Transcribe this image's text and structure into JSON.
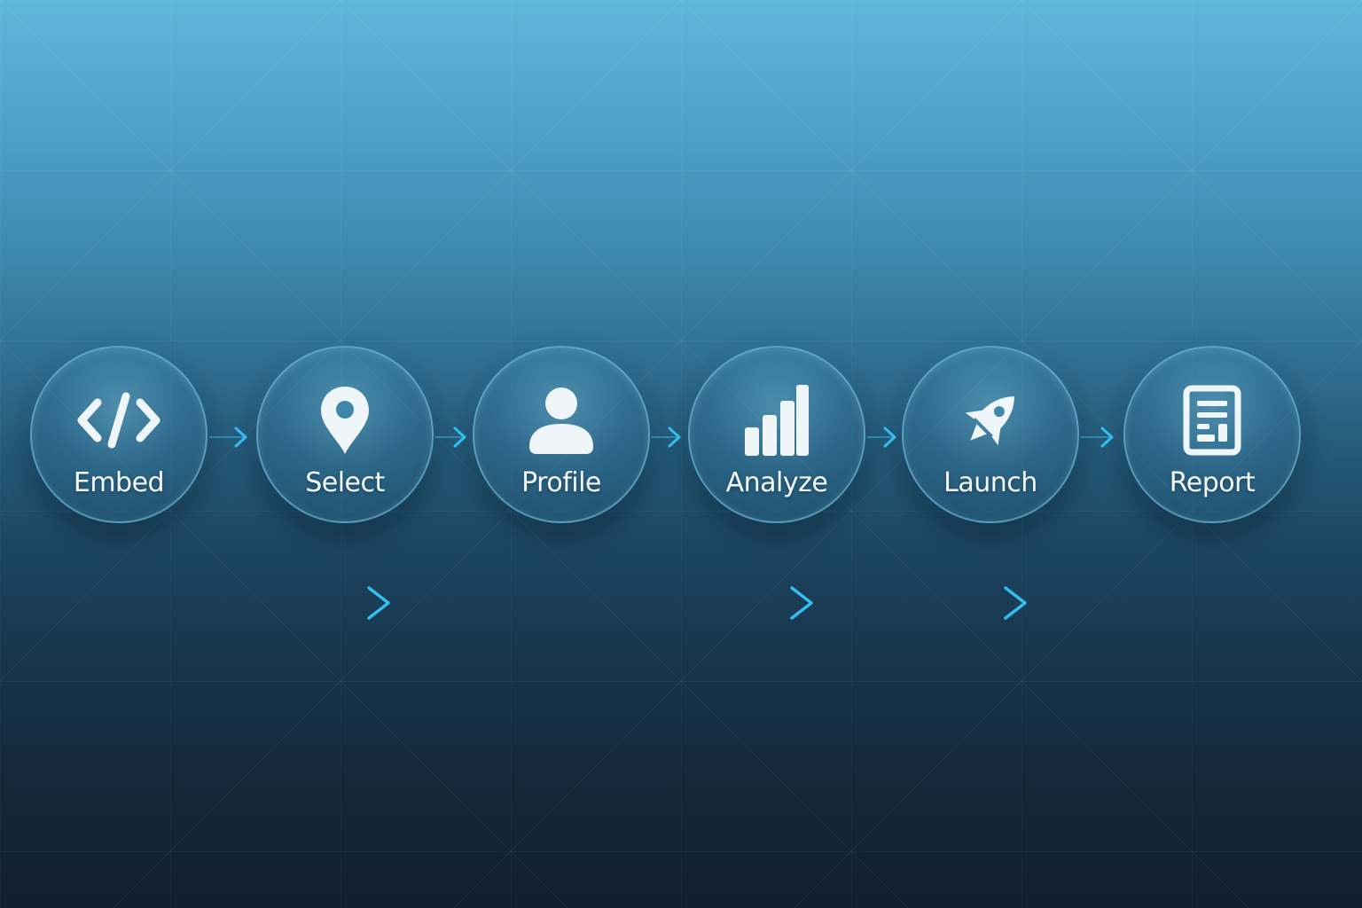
{
  "steps": [
    {
      "label": "Embed",
      "icon": "code-icon"
    },
    {
      "label": "Select",
      "icon": "map-pin-icon"
    },
    {
      "label": "Profile",
      "icon": "user-icon"
    },
    {
      "label": "Analyze",
      "icon": "bar-chart-icon"
    },
    {
      "label": "Launch",
      "icon": "rocket-icon"
    },
    {
      "label": "Report",
      "icon": "document-icon"
    }
  ],
  "colors": {
    "accent": "#2fb4e6",
    "label": "#f2f8fb",
    "icon": "#eef6fa",
    "circle_border": "#7dd2f0"
  }
}
